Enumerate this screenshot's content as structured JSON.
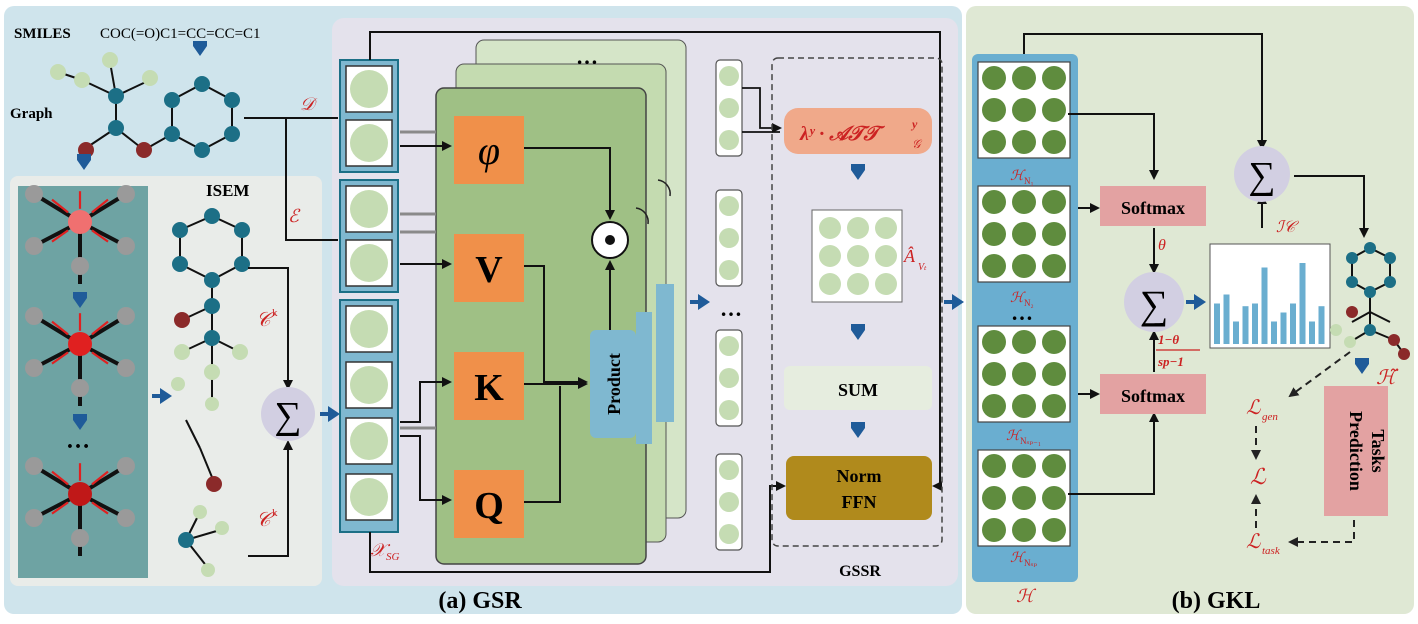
{
  "smiles": {
    "label": "SMILES",
    "value": "COC(=O)C1=CC=CC=C1"
  },
  "graph_label": "Graph",
  "isem_label": "ISEM",
  "sigma_symbol": "∑",
  "ck_label": "𝒞",
  "ck_sup": "k",
  "d_label": "𝒟",
  "e_label": "ℰ",
  "xsg_label": "𝒳",
  "xsg_sub": "SG",
  "phi_label": "φ",
  "v_label": "V",
  "k_label": "K",
  "q_label": "Q",
  "product_label": "Product",
  "odot_symbol": "⊙",
  "dots": "…",
  "att_label": "λʸ · 𝒜𝒯𝒯",
  "att_sup": "y",
  "att_sub": "𝒢",
  "a_hat_label": "Â",
  "a_hat_sub": "Vₜ",
  "sum_label": "SUM",
  "norm_label": "Norm",
  "ffn_label": "FFN",
  "gssr_label": "GSSR",
  "caption_a": "(a) GSR",
  "caption_b": "(b) GKL",
  "h_label": "ℋ",
  "h_n1": "ℋ",
  "h_n1_sub": "N₁",
  "h_n2_sub": "N₂",
  "h_nsp1_sub": "Nₛₚ₋₁",
  "h_nsp_sub": "Nₛₚ",
  "softmax_label": "Softmax",
  "theta_label": "θ",
  "frac_num": "1−θ",
  "frac_den": "sp−1",
  "ic_label": "ℐ𝒞",
  "h_tilde_label": "ℋ̃",
  "l_gen": "ℒ",
  "l_gen_sub": "gen",
  "l_label": "ℒ",
  "l_task_sub": "task",
  "prediction_line1": "Prediction",
  "prediction_line2": "Tasks",
  "bar_chart_values": [
    0.45,
    0.55,
    0.25,
    0.42,
    0.45,
    0.85,
    0.25,
    0.35,
    0.45,
    0.9,
    0.25,
    0.42
  ],
  "colors": {
    "panel_a": "#cfe4ec",
    "panel_b": "#dfe8d4",
    "inner_gray": "#e7e5ee",
    "teal": "#1c6f86",
    "node_gray": "#9a9a9a",
    "green_dark": "#5f8c3e",
    "green_light": "#c5dcb3",
    "orange": "#f0904a",
    "salmon": "#f0a98a",
    "softmax": "#e3a2a2",
    "blue_box": "#7fb8d0",
    "norm": "#b08a1c",
    "arrow_blue": "#1f5b99",
    "red": "#cc2222"
  }
}
